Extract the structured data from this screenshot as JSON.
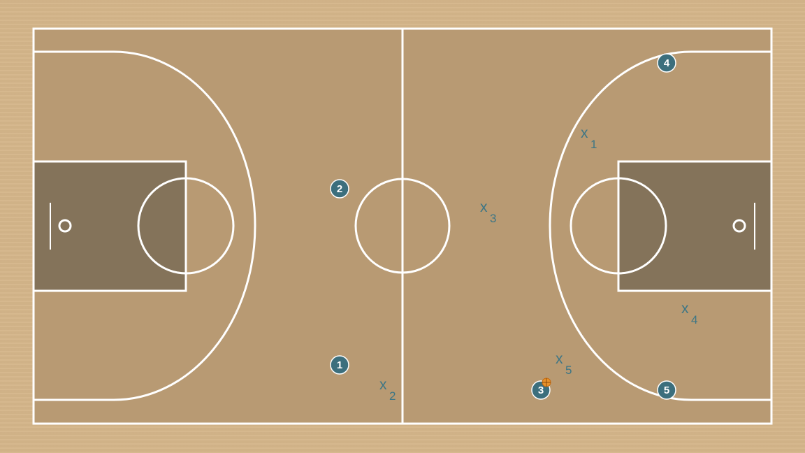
{
  "colors": {
    "surround": "#d4b58a",
    "floor": "#b89a73",
    "key": "#84735a",
    "lines": "#ffffff",
    "player": "#3c6f7d",
    "defender": "#3e7685",
    "ball": "#e8922a"
  },
  "offense": [
    {
      "label": "1"
    },
    {
      "label": "2"
    },
    {
      "label": "3"
    },
    {
      "label": "4"
    },
    {
      "label": "5"
    }
  ],
  "defense": [
    {
      "label": "x",
      "sub": "1"
    },
    {
      "label": "x",
      "sub": "2"
    },
    {
      "label": "x",
      "sub": "3"
    },
    {
      "label": "x",
      "sub": "4"
    },
    {
      "label": "x",
      "sub": "5"
    }
  ],
  "ball_holder": "3",
  "icons": {
    "ball": "basketball-icon",
    "hoop": "hoop-icon"
  }
}
